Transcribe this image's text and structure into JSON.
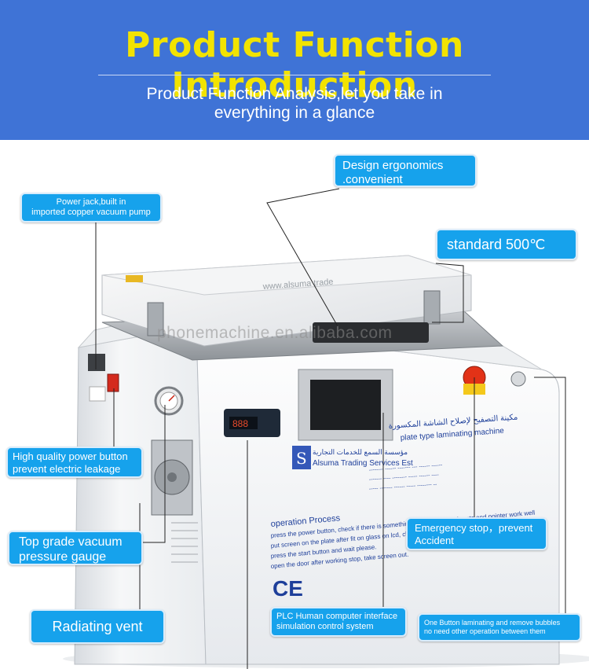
{
  "header": {
    "title": "Product Function Introduction",
    "subtitle_line1": "Product Function Analysis,let you take in",
    "subtitle_line2": "everything in a glance"
  },
  "callouts": {
    "design": [
      "Design ergonomics",
      ".convenient"
    ],
    "power_jack": [
      "Power jack,built in",
      "imported copper vacuum pump"
    ],
    "standard": "standard 500℃",
    "power_button": [
      "High quality power button",
      "prevent electric leakage"
    ],
    "gauge": [
      "Top grade vacuum",
      "pressure gauge"
    ],
    "emergency": [
      "Emergency stop，prevent",
      "Accident"
    ],
    "vent": "Radiating vent",
    "plc": [
      "PLC Human computer interface",
      "simulation control system"
    ],
    "one_button": [
      "One Button laminating and remove bubbles",
      "no need other operation between them"
    ]
  },
  "watermark": "phonemachine.en.alibaba.com",
  "machine": {
    "lid_text": "www.alsuma trade",
    "arabic_company": "مؤسسة السمع للخدمات التجارية",
    "company_name": "Alsuma Trading Services Est",
    "label_heading_ar": "مكينة التصفيح لإصلاح الشاشة المكسورة",
    "label_heading_en": "plate type laminating machine",
    "process_title": "operation Process",
    "process_lines": [
      "press the power button, check if there is something on the plate,and parts and pointer work well",
      "put screen on the plate after fit on glass on lcd, close the door",
      "press the start button and wait please.",
      "open the door after working stop, take screen out."
    ],
    "ce_mark": "CE"
  },
  "colors": {
    "header_bg": "#3f73d6",
    "title": "#f2e300",
    "callout_bg": "#16a2ec"
  }
}
